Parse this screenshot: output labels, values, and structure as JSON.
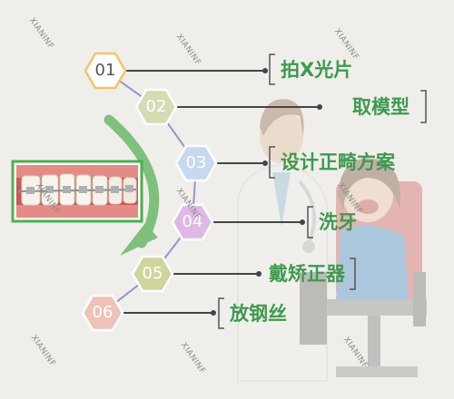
{
  "steps": [
    {
      "number": "01",
      "label": "拍X光片",
      "fill": "#ffffff",
      "text_color": "#555555"
    },
    {
      "number": "02",
      "label": "取模型",
      "fill": "#d4dcb4",
      "text_color": "#ffffff"
    },
    {
      "number": "03",
      "label": "设计正畸方案",
      "fill": "#c7d9f0",
      "text_color": "#ffffff"
    },
    {
      "number": "04",
      "label": "洗牙",
      "fill": "#e0b8e6",
      "text_color": "#ffffff"
    },
    {
      "number": "05",
      "label": "戴矫正器",
      "fill": "#cfd59d",
      "text_color": "#ffffff"
    },
    {
      "number": "06",
      "label": "放钢丝",
      "fill": "#efc2b8",
      "text_color": "#ffffff"
    }
  ],
  "watermark": "XIANINF",
  "colors": {
    "label_green": "#3e9a4e",
    "arrow_green": "#7ec07c",
    "connector_purple": "#9a94c8",
    "leader_line": "#444444",
    "bracket_line": "#555555",
    "photo_border": "#4caf50"
  }
}
